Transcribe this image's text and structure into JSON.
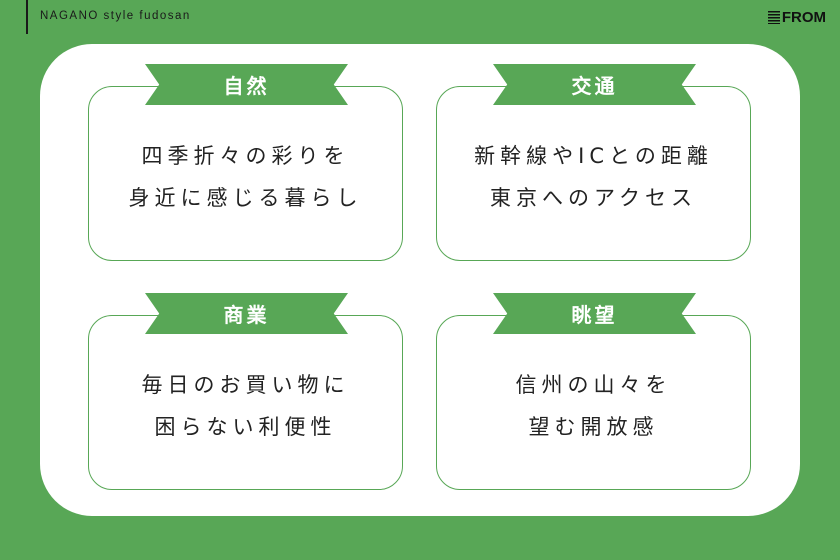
{
  "header": {
    "site_name": "NAGANO style fudosan",
    "logo": "FROM"
  },
  "cards": [
    {
      "title": "自然",
      "lines": [
        "四季折々の彩りを",
        "身近に感じる暮らし"
      ]
    },
    {
      "title": "交通",
      "lines": [
        "新幹線やICとの距離",
        "東京へのアクセス"
      ]
    },
    {
      "title": "商業",
      "lines": [
        "毎日のお買い物に",
        "困らない利便性"
      ]
    },
    {
      "title": "眺望",
      "lines": [
        "信州の山々を",
        "望む開放感"
      ]
    }
  ],
  "colors": {
    "accent": "#58a756"
  }
}
